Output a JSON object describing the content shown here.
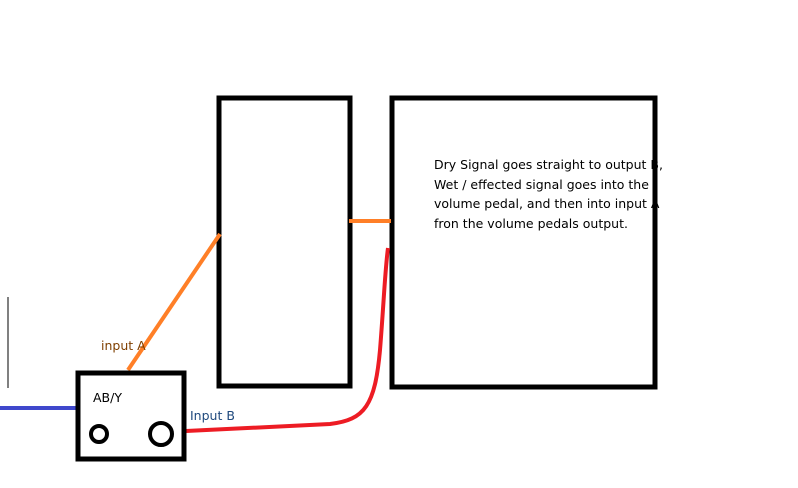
{
  "labels": {
    "input_a": "input A",
    "input_b": "Input B",
    "aby_box": "AB/Y",
    "note": "Dry Signal goes straight to output B, Wet / effected signal goes into the volume pedal, and then into input A fron the volume pedals output."
  },
  "colors": {
    "input_a_cable": "#ff7f27",
    "input_b_cable": "#ed1c24",
    "guitar_cable": "#3f48cc",
    "input_a_text": "#7f3f00",
    "input_b_text": "#1f497d"
  }
}
